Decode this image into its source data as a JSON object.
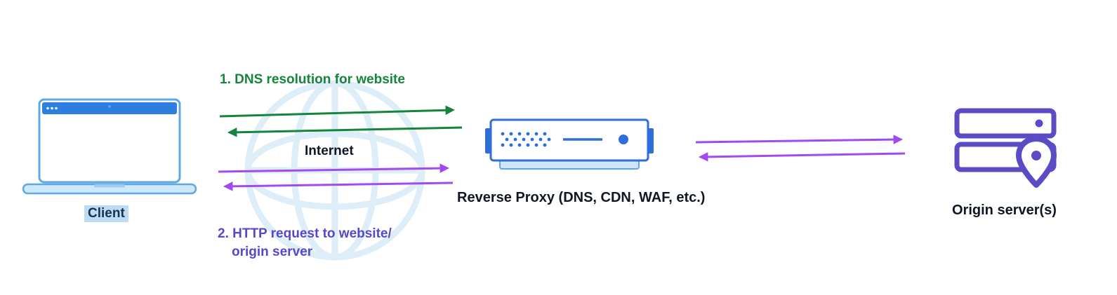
{
  "diagram_type": "reverse-proxy-architecture",
  "nodes": {
    "client": {
      "label": "Client"
    },
    "internet": {
      "label": "Internet"
    },
    "proxy": {
      "label": "Reverse Proxy (DNS, CDN, WAF, etc.)"
    },
    "origin": {
      "label": "Origin server(s)"
    }
  },
  "flows": [
    {
      "label": "1. DNS resolution for website",
      "color": "#15843C",
      "direction": "bidirectional",
      "from": "Client",
      "to": "Reverse Proxy"
    },
    {
      "label_line1": "2. HTTP request to website/",
      "label_line2": "origin server",
      "color": "#A14BEF",
      "direction": "bidirectional",
      "from": "Client",
      "to": "Reverse Proxy"
    },
    {
      "label": "",
      "color": "#A14BEF",
      "direction": "bidirectional",
      "from": "Reverse Proxy",
      "to": "Origin server(s)"
    }
  ],
  "colors": {
    "green_arrow": "#15843C",
    "purple_arrow": "#A14BEF",
    "purple_text": "#5647CF",
    "proxy_blue": "#2D6FD9",
    "laptop_blue": "#5FA8E3",
    "laptop_fill": "#CFE9FC",
    "origin_indigo": "#5B4BC4",
    "globe_watermark": "#DDEEF9",
    "client_highlight": "#BCDCF6",
    "label_dark": "#101623"
  }
}
